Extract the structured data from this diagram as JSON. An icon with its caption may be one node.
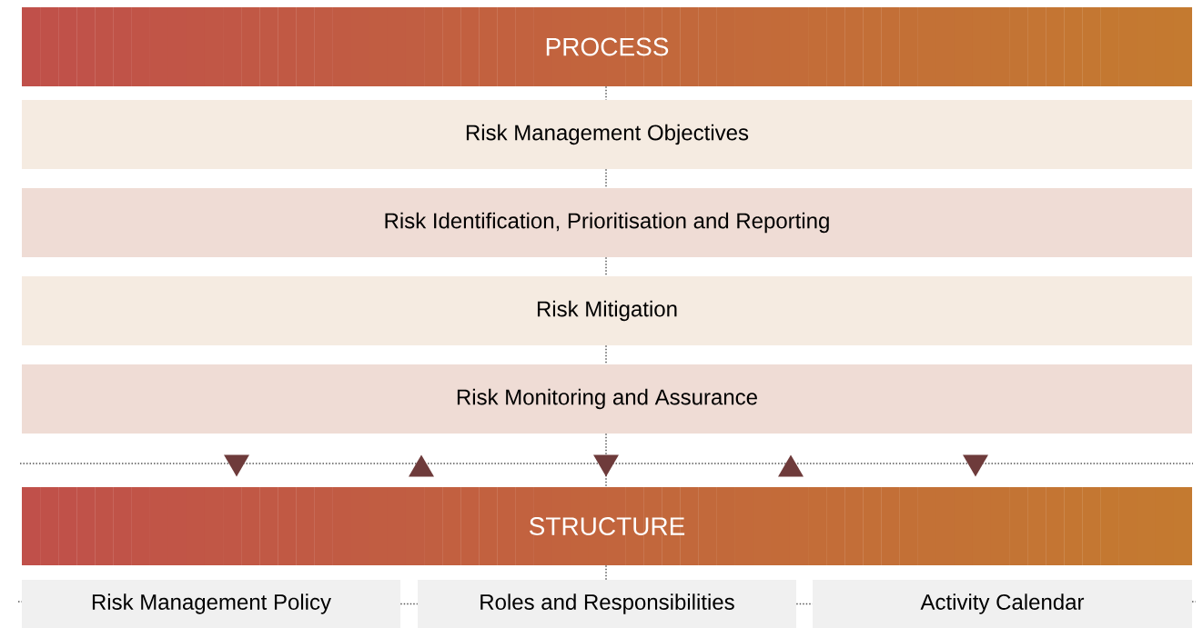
{
  "diagram": {
    "nodes": [
      {
        "text": [
          "PROCESS"
        ]
      },
      {
        "text": [
          "Risk Management Objectives"
        ]
      },
      {
        "text": [
          "Risk Identification, Prioritisation and Reporting"
        ]
      },
      {
        "text": [
          "Risk Mitigation"
        ]
      },
      {
        "text": [
          "Risk Monitoring and Assurance"
        ]
      },
      {
        "text": [
          "STRUCTURE"
        ]
      },
      {
        "text": [
          "Risk Management Policy"
        ]
      },
      {
        "text": [
          "Roles and Responsibilities"
        ]
      },
      {
        "text": [
          "Activity Calendar"
        ]
      }
    ],
    "edges": [
      {
        "from": 0,
        "to": 1,
        "arrow": "none",
        "style": "dashed"
      },
      {
        "from": 1,
        "to": 2,
        "arrow": "none",
        "style": "dashed"
      },
      {
        "from": 2,
        "to": 3,
        "arrow": "none",
        "style": "dashed"
      },
      {
        "from": 3,
        "to": 4,
        "arrow": "none",
        "style": "dashed"
      },
      {
        "from": 4,
        "to": 5,
        "arrow": "to",
        "style": "dashed"
      },
      {
        "from": 5,
        "to": 7,
        "arrow": "none",
        "style": "dashed"
      },
      {
        "from": 6,
        "to": 7,
        "arrow": "none",
        "style": "dashed"
      },
      {
        "from": 7,
        "to": 8,
        "arrow": "none",
        "style": "dashed"
      },
      {
        "from": 4,
        "to": 5,
        "arrow": "to"
      },
      {
        "from": 5,
        "to": 4,
        "arrow": "to"
      },
      {
        "from": 5,
        "to": 4,
        "arrow": "to"
      },
      {
        "from": 4,
        "to": 5,
        "arrow": "to"
      }
    ]
  }
}
